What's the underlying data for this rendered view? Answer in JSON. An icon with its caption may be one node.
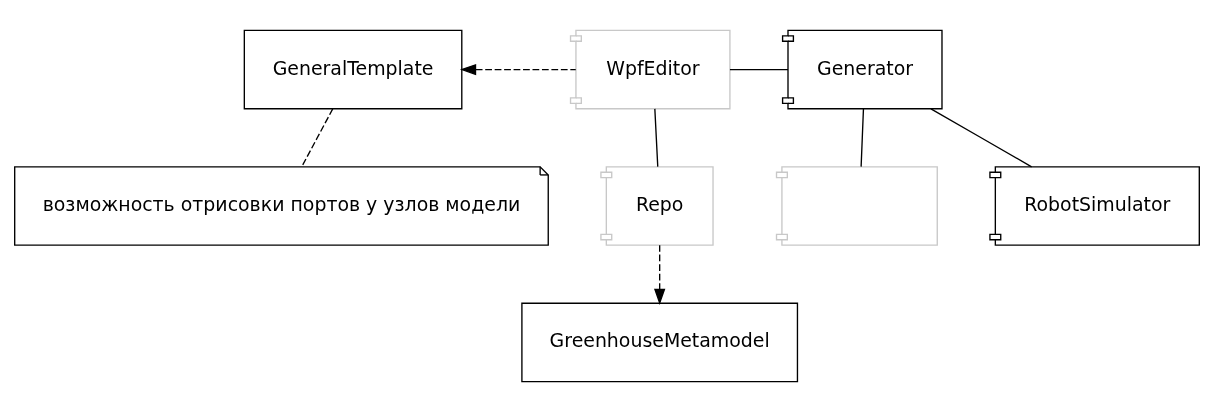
{
  "diagram": {
    "nodes": [
      {
        "text": [
          "GeneralTemplate"
        ]
      },
      {
        "text": [
          "WpfEditor"
        ]
      },
      {
        "text": [
          "Generator"
        ]
      },
      {
        "text": [
          "возможность отрисовки портов у узлов модели"
        ]
      },
      {
        "text": [
          "Repo"
        ]
      },
      {
        "text": [],
        "shape": "component"
      },
      {
        "text": [
          "RobotSimulator"
        ]
      },
      {
        "text": [
          "GreenhouseMetamodel"
        ]
      }
    ],
    "edges": [
      {
        "from": 1,
        "to": 0,
        "arrow": "to",
        "style": "dashed"
      },
      {
        "from": 1,
        "to": 2,
        "arrow": "none"
      },
      {
        "from": 0,
        "to": 3,
        "arrow": "none",
        "style": "dashed"
      },
      {
        "from": 1,
        "to": 4,
        "arrow": "none"
      },
      {
        "from": 2,
        "to": 5,
        "arrow": "none"
      },
      {
        "from": 2,
        "to": 6,
        "arrow": "none"
      },
      {
        "from": 4,
        "to": 7,
        "arrow": "to",
        "style": "dashed"
      }
    ]
  }
}
